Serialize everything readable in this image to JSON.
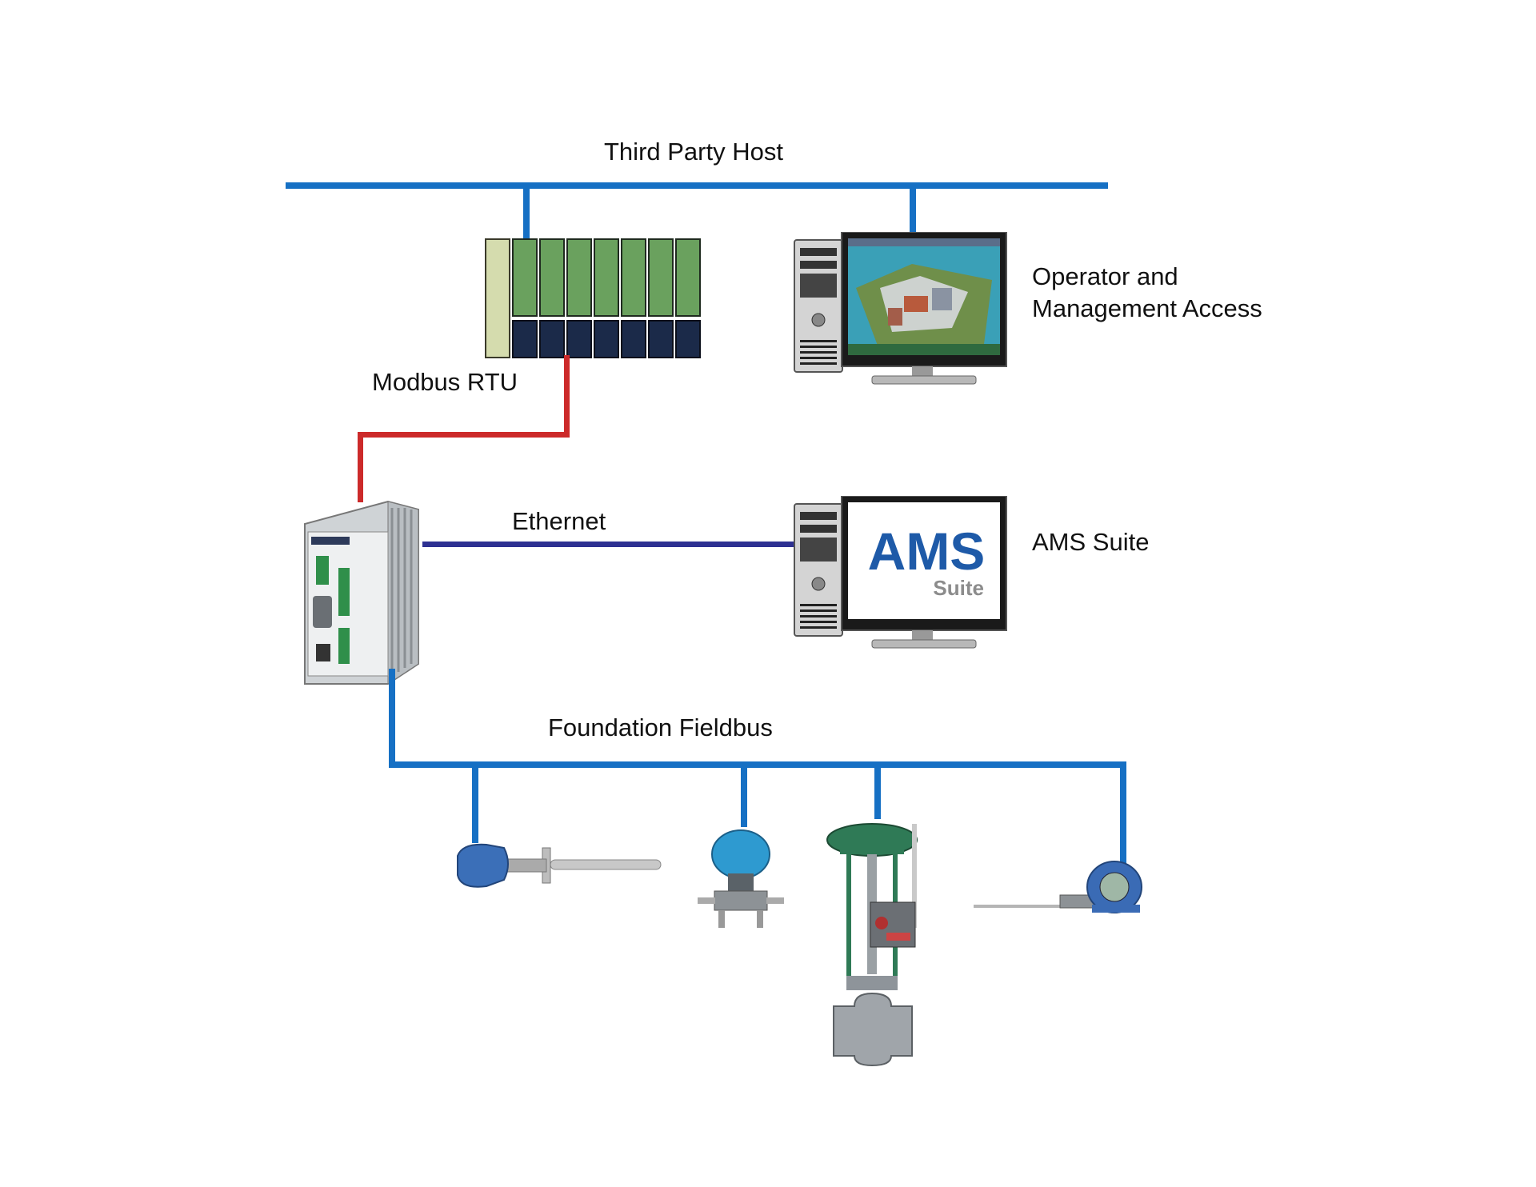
{
  "labels": {
    "third_party_host": "Third Party Host",
    "operator_access": "Operator and\nManagement Access",
    "modbus_rtu": "Modbus RTU",
    "ethernet": "Ethernet",
    "ams_suite": "AMS Suite",
    "foundation_fieldbus": "Foundation Fieldbus"
  },
  "ams_logo": {
    "main": "AMS",
    "sub": "Suite"
  },
  "colors": {
    "host_bus": "#1670c4",
    "modbus_link": "#cc2a2a",
    "ethernet_link": "#2e3192",
    "fieldbus": "#1670c4",
    "io_module_green": "#6aa15e",
    "io_module_dark": "#1b2a49",
    "io_end_cap": "#d5dcae"
  },
  "icons": {
    "controller": "io-rack-icon",
    "operator_workstation": "desktop-workstation-icon",
    "ams_workstation": "desktop-workstation-icon",
    "gateway": "fieldbus-gateway-icon",
    "field_devices": [
      "insertion-probe-icon",
      "pressure-transmitter-icon",
      "control-valve-icon",
      "temperature-transmitter-icon"
    ]
  }
}
